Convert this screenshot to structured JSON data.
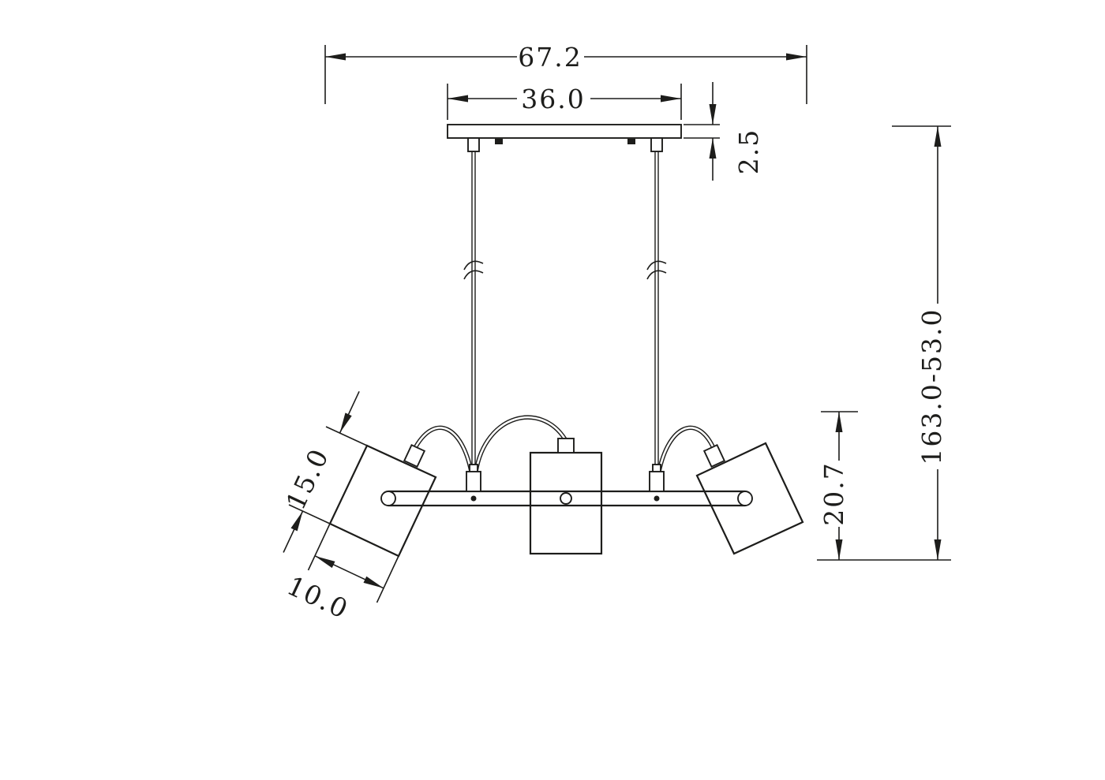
{
  "drawing": {
    "subject": "three-head pendant spotlight dimensional drawing",
    "dimensions": {
      "overall_width": "67.2",
      "canopy_width": "36.0",
      "canopy_thickness": "2.5",
      "height_range": "163.0-53.0",
      "head_assembly_height": "20.7",
      "shade_length": "15.0",
      "shade_diameter": "10.0"
    },
    "colors": {
      "line": "#1d1d1b",
      "background": "#ffffff"
    }
  }
}
